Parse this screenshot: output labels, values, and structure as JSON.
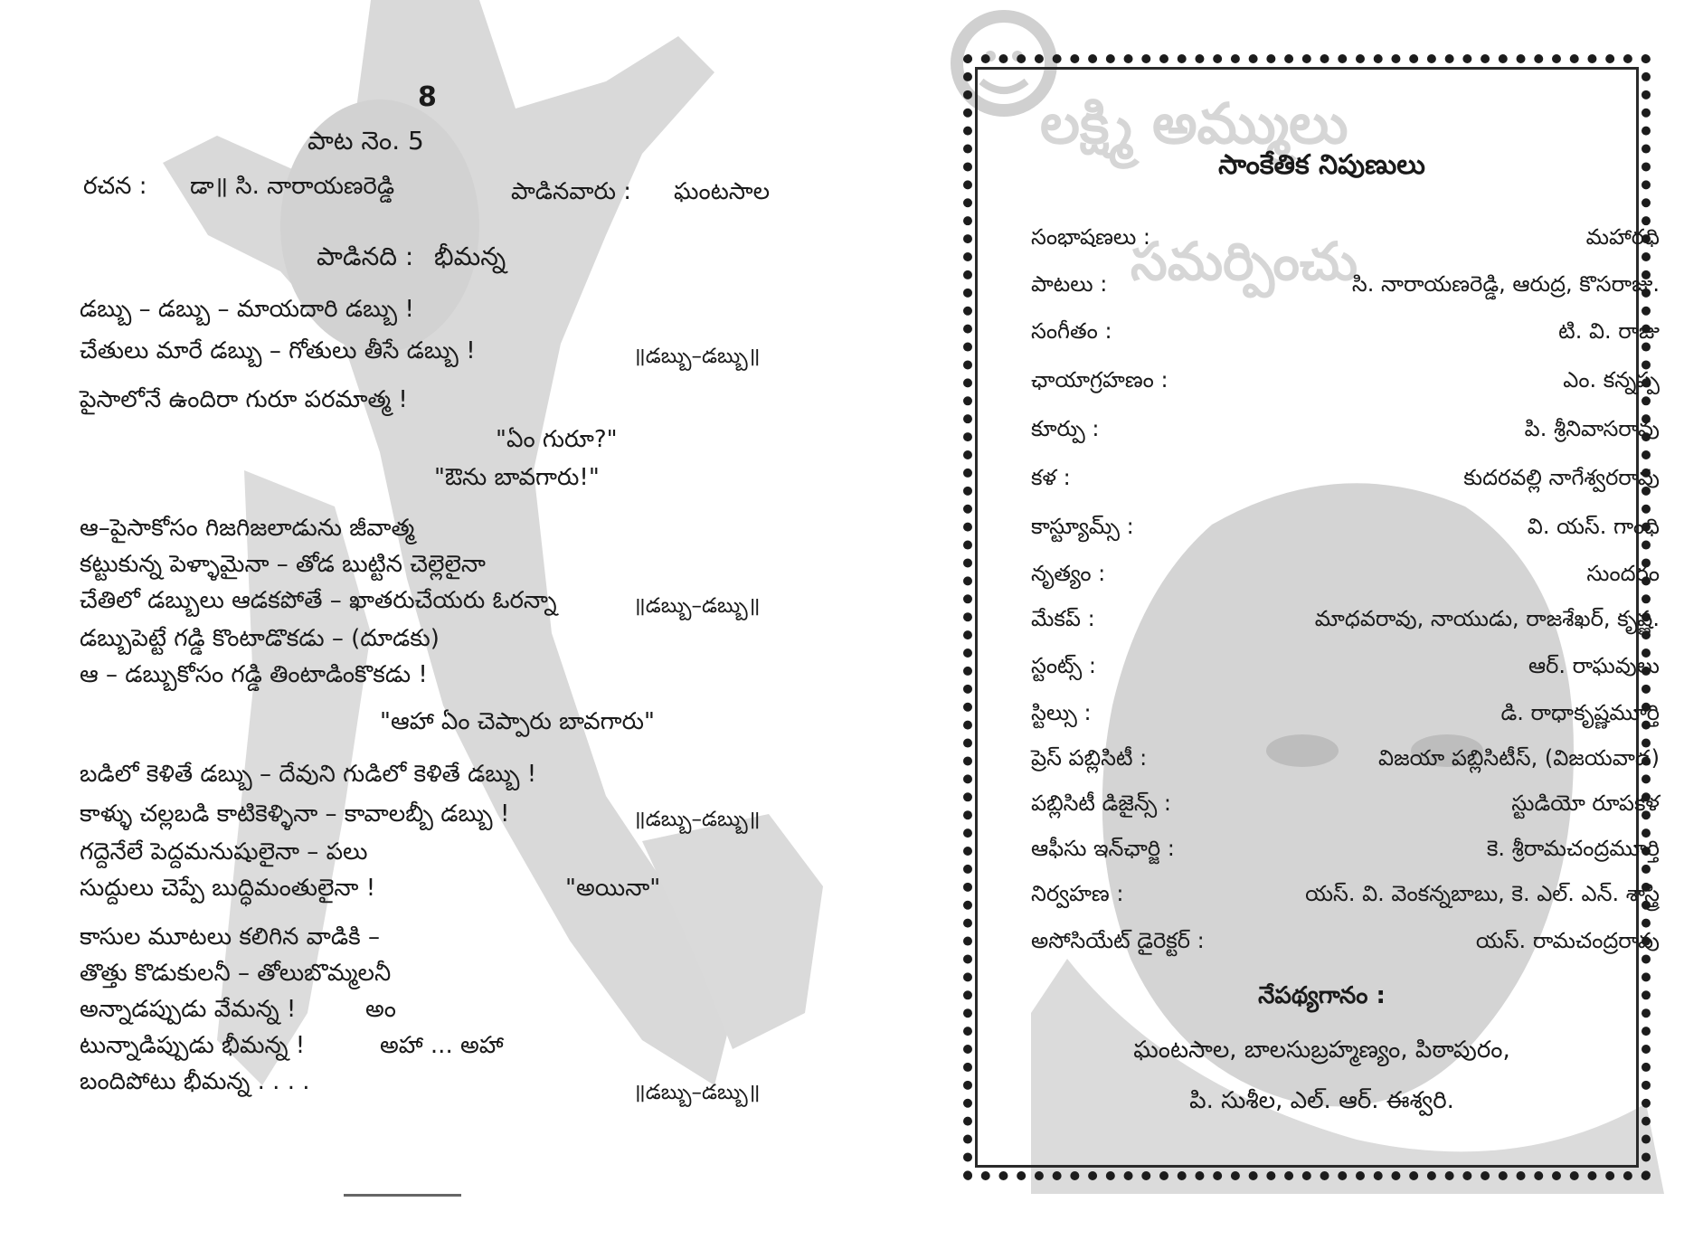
{
  "left_page": {
    "page_number": "8",
    "song_number": "పాట నెం. 5",
    "writer_label": "రచన :",
    "writer_name": "డా॥ సి. నారాయణరెడ్డి",
    "singer_label": "పాడినవారు :",
    "singer_name": "ఘంటసాల",
    "sung_by_label": "పాడినది :",
    "sung_by_name": "భీమన్న",
    "refrain_text": "॥డబ్బు–డబ్బు॥",
    "lines": [
      "డబ్బు – డబ్బు – మాయదారి డబ్బు !",
      "చేతులు మారే డబ్బు – గోతులు తీసే డబ్బు !",
      "పైసాలోనే ఉందిరా గురూ పరమాత్మ !",
      "ఆ–పైసాకోసం గిజగిజలాడును జీవాత్మ",
      "కట్టుకున్న పెళ్ళామైనా – తోడ బుట్టిన చెల్లెలైనా",
      "చేతిలో డబ్బులు ఆడకపోతే – ఖాతరుచేయరు ఓరన్నా",
      "డబ్బుపెట్టే గడ్డి కొంటాడొకడు – (దూడకు)",
      "ఆ – డబ్బుకోసం గడ్డి తింటాడింకొకడు !",
      "బడిలో కెళితే డబ్బు – దేవుని గుడిలో కెళితే డబ్బు !",
      "కాళ్ళు చల్లబడి కాటికెళ్ళినా – కావాలబ్బీ డబ్బు !",
      "గద్దెనేలే పెద్దమనుషులైనా – పలు",
      "సుద్దులు చెప్పే బుద్ధిమంతులైనా !",
      "కాసుల మూటలు కలిగిన వాడికి –",
      "తొత్తు కొడుకులనీ – తోలుబొమ్మలనీ",
      "అన్నాడప్పుడు వేమన్న !",
      "అం",
      "టున్నాడిప్పుడు భీమన్న !",
      "అహా ... అహా",
      "బందిపోటు భీమన్న . . . ."
    ],
    "dialogues": [
      "\"ఏం గురూ?\"",
      "\"ఔను బావగారు!\"",
      "\"ఆహా ఏం చెప్పారు బావగారు\"",
      "\"అయినా\""
    ]
  },
  "right_page": {
    "watermark_title": "లక్ష్మి అమ్ములు",
    "watermark_sub": "సమర్పించు",
    "heading": "సాంకేతిక నిపుణులు",
    "credits": [
      {
        "role": "సంభాషణలు :",
        "name": "మహారధి"
      },
      {
        "role": "పాటలు :",
        "name": "సి. నారాయణరెడ్డి, ఆరుద్ర, కొసరాజు."
      },
      {
        "role": "సంగీతం :",
        "name": "టి. వి. రాజు"
      },
      {
        "role": "ఛాయాగ్రహణం :",
        "name": "ఎం. కన్నప్ప"
      },
      {
        "role": "కూర్పు :",
        "name": "పి. శ్రీనివాసరావు"
      },
      {
        "role": "కళ :",
        "name": "కుదరవల్లి నాగేశ్వరరావు"
      },
      {
        "role": "కాస్ట్యూమ్స్ :",
        "name": "వి. యస్. గాంధి"
      },
      {
        "role": "నృత్యం :",
        "name": "సుందరం"
      },
      {
        "role": "మేకప్ :",
        "name": "మాధవరావు, నాయుడు, రాజశేఖర్, కృష్ణ."
      },
      {
        "role": "స్టంట్స్ :",
        "name": "ఆర్. రాఘవులు"
      },
      {
        "role": "స్టిల్సు :",
        "name": "డి. రాధాకృష్ణమూర్తి"
      },
      {
        "role": "ప్రెస్ పబ్లిసిటీ :",
        "name": "విజయా పబ్లిసిటీస్, (విజయవాడ)"
      },
      {
        "role": "పబ్లిసిటీ డిజైన్స్ :",
        "name": "స్టుడియో రూపకళ"
      },
      {
        "role": "ఆఫీసు ఇన్‌ఛార్జి :",
        "name": "కె. శ్రీరామచంద్రమూర్తి"
      },
      {
        "role": "నిర్వహణ :",
        "name": "యస్. వి. వెంకన్నబాబు, కె. ఎల్. ఎన్. శాస్త్రి"
      },
      {
        "role": "అసోసియేట్ డైరెక్టర్ :",
        "name": "యస్. రామచంద్రరావు"
      }
    ],
    "playback_heading": "నేపథ్యగానం :",
    "playback_line1": "ఘంటసాల, బాలసుబ్రహ్మణ్యం, పిఠాపురం,",
    "playback_line2": "పి. సుశీల, ఎల్. ఆర్. ఈశ్వరి."
  }
}
